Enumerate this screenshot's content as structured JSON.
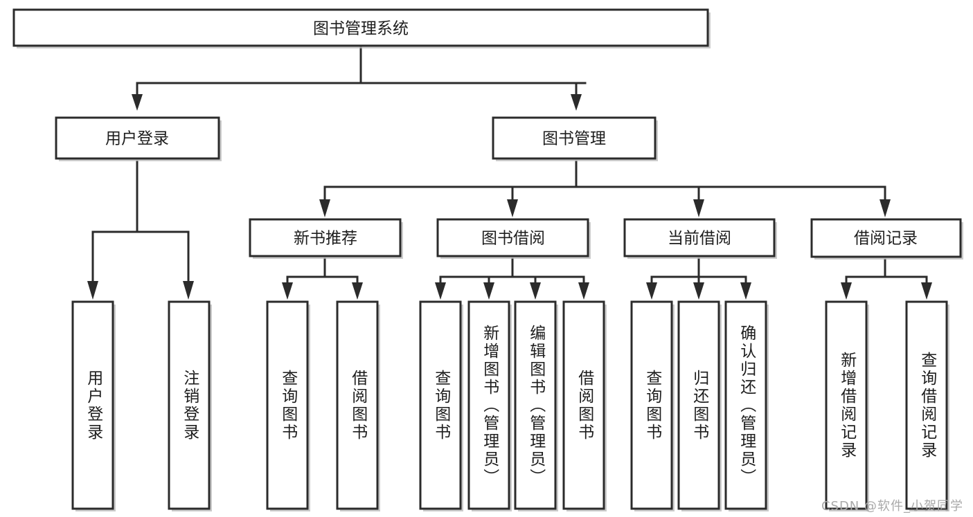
{
  "diagram": {
    "type": "hierarchy-tree",
    "title": "图书管理系统",
    "orientation": "top-down",
    "colors": {
      "box_fill": "#ffffff",
      "box_stroke": "#2b2b2b",
      "text": "#1d1d1d",
      "background": "#ffffff",
      "watermark": "#a9a9a9"
    },
    "root": {
      "label": "图书管理系统"
    },
    "level2": [
      {
        "label": "用户登录"
      },
      {
        "label": "图书管理"
      }
    ],
    "level3": [
      {
        "label": "新书推荐"
      },
      {
        "label": "图书借阅"
      },
      {
        "label": "当前借阅"
      },
      {
        "label": "借阅记录"
      }
    ],
    "leaves": {
      "user_login": [
        {
          "label": "用户登录"
        },
        {
          "label": "注销登录"
        }
      ],
      "new_book_recommend": [
        {
          "label": "查询图书"
        },
        {
          "label": "借阅图书"
        }
      ],
      "book_borrow": [
        {
          "label": "查询图书"
        },
        {
          "label": "新增图书（管理员）"
        },
        {
          "label": "编辑图书（管理员）"
        },
        {
          "label": "借阅图书"
        }
      ],
      "current_borrow": [
        {
          "label": "查询图书"
        },
        {
          "label": "归还图书"
        },
        {
          "label": "确认归还（管理员）"
        }
      ],
      "borrow_record": [
        {
          "label": "新增借阅记录"
        },
        {
          "label": "查询借阅记录"
        }
      ]
    }
  },
  "watermark": {
    "text": "CSDN @软件_小贺同学"
  }
}
